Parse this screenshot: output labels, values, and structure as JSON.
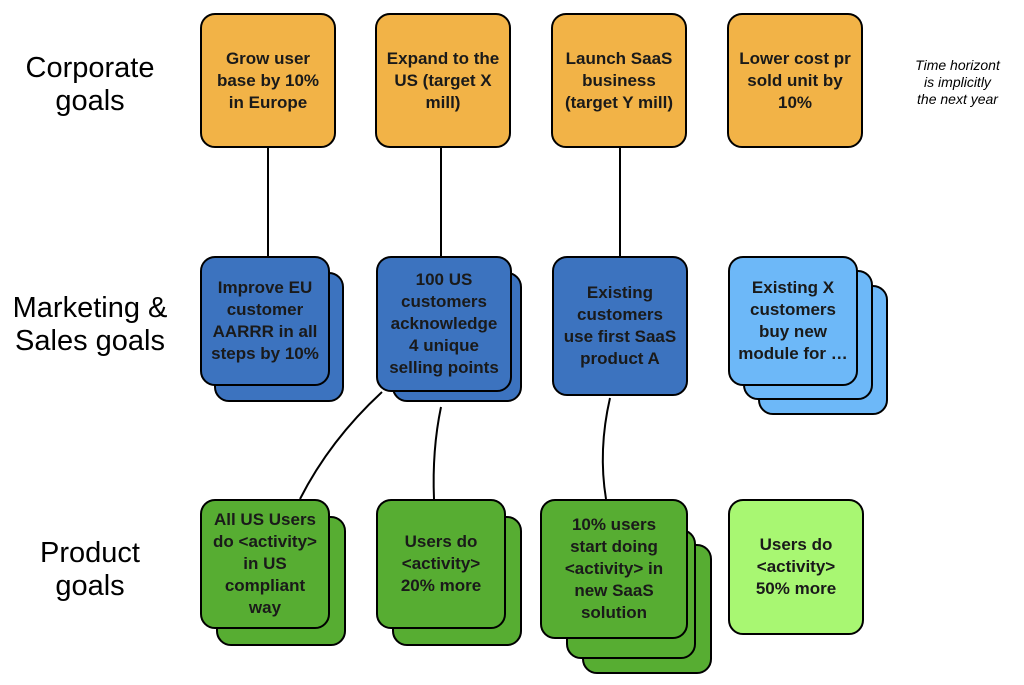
{
  "rows": {
    "corporate": "Corporate\ngoals",
    "marketing": "Marketing &\nSales goals",
    "product": "Product\ngoals"
  },
  "note": "Time horizont\nis implicitly\nthe next year",
  "corporate_goals": [
    "Grow user\nbase by 10%\nin Europe",
    "Expand to the\nUS (target X\nmill)",
    "Launch SaaS\nbusiness\n(target Y mill)",
    "Lower cost pr\nsold unit by\n10%"
  ],
  "marketing_goals": [
    "Improve EU\ncustomer\nAARRR in all\nsteps by 10%",
    "100 US\ncustomers\nacknowledge\n4 unique\nselling points",
    "Existing\ncustomers\nuse first SaaS\nproduct A",
    "Existing X\ncustomers\nbuy new\nmodule for …"
  ],
  "product_goals": [
    "All US Users\ndo <activity>\nin US\ncompliant\nway",
    "Users do\n<activity>\n20% more",
    "10% users\nstart doing\n<activity> in\nnew SaaS\nsolution",
    "Users do\n<activity>\n50% more"
  ],
  "colors": {
    "corporate": "#f2b347",
    "marketing": "#3c73bf",
    "marketing_light": "#6db8f8",
    "product": "#57ad32",
    "product_light": "#a8f772"
  }
}
